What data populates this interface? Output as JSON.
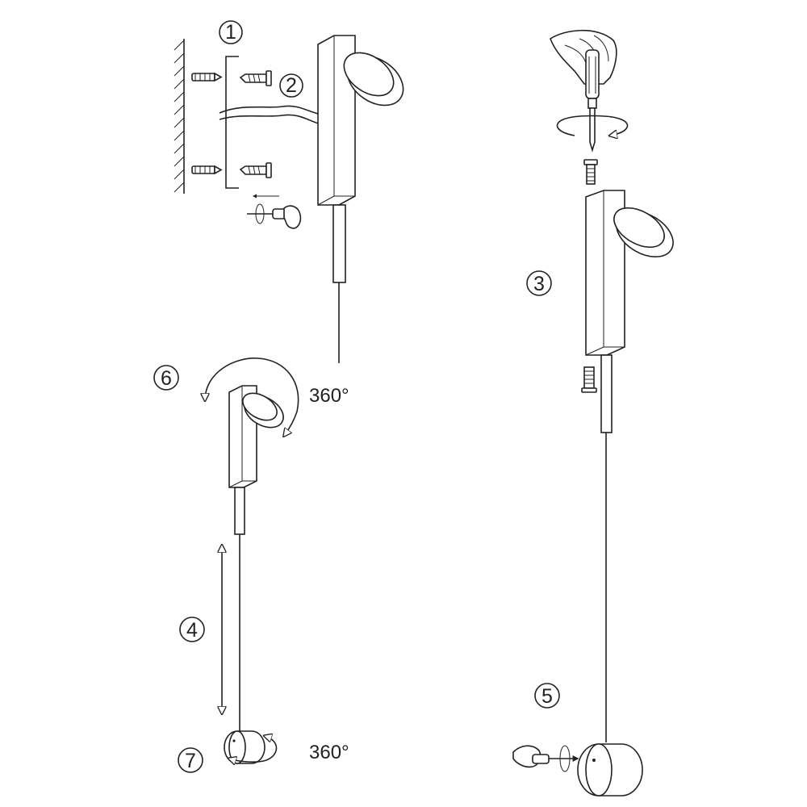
{
  "steps": {
    "s1": "1",
    "s2": "2",
    "s3": "3",
    "s4": "4",
    "s5": "5",
    "s6": "6",
    "s7": "7"
  },
  "rotation": {
    "head_label": "360°",
    "base_label": "360°"
  },
  "colors": {
    "stroke": "#222222",
    "background": "#ffffff"
  }
}
